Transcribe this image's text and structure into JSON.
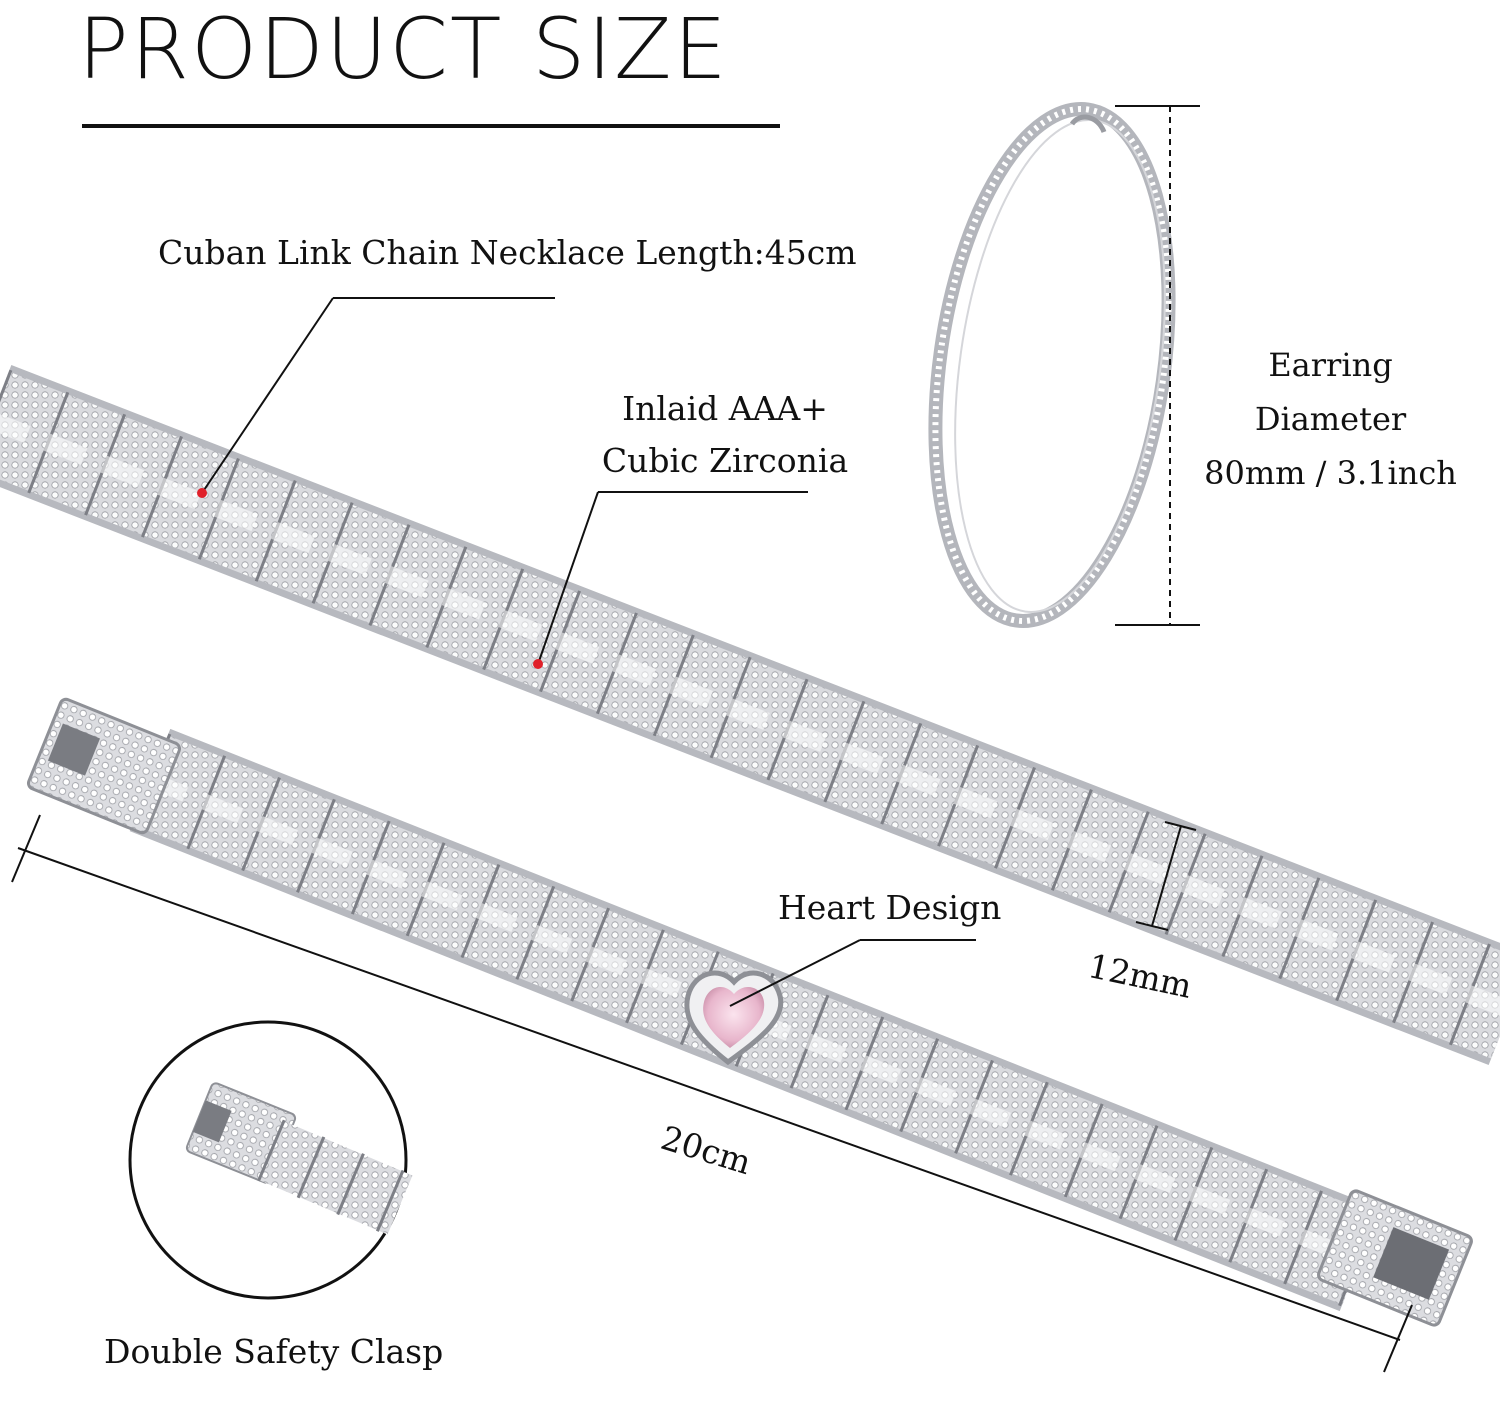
{
  "title": "PRODUCT SIZE",
  "labels": {
    "chain_length": "Cuban Link Chain Necklace Length:45cm",
    "zirconia_line1": "Inlaid AAA+",
    "zirconia_line2": "Cubic Zirconia",
    "earring_line1": "Earring Diameter",
    "earring_line2": "80mm / 3.1inch",
    "heart": "Heart Design",
    "width": "12mm",
    "bracelet_length": "20cm",
    "clasp": "Double Safety Clasp"
  },
  "colors": {
    "text": "#111111",
    "silver": "#c9cbd0",
    "silver_dark": "#8e9096",
    "marker": "#e0202a",
    "heart_gem": "#e8b6cc"
  }
}
